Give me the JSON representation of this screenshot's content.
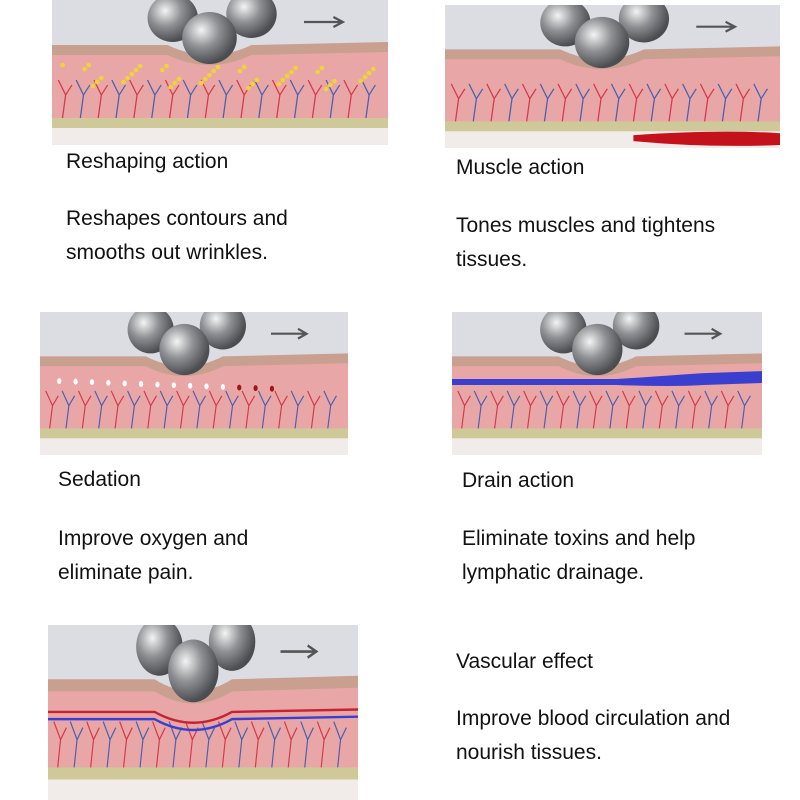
{
  "panels": [
    {
      "title": "Reshaping action",
      "desc_lines": [
        "Reshapes contours and",
        "smooths out wrinkles."
      ],
      "arrow": "right",
      "feature": "fat"
    },
    {
      "title": "Muscle action",
      "desc_lines": [
        "Tones muscles and tightens",
        "tissues."
      ],
      "arrow": "right",
      "feature": "muscle"
    },
    {
      "title": "Sedation",
      "desc_lines": [
        "Improve oxygen and",
        "eliminate pain."
      ],
      "arrow": "right",
      "feature": "dots"
    },
    {
      "title": "Drain action",
      "desc_lines": [
        "Eliminate toxins and help",
        "lymphatic drainage."
      ],
      "arrow": "right",
      "feature": "lymph"
    },
    {
      "title": "Vascular effect",
      "desc_lines": [
        "Improve blood circulation and",
        "nourish tissues."
      ],
      "arrow": "right",
      "feature": "vessel"
    }
  ],
  "colors": {
    "sky": "#dcdde3",
    "skin": "#e8a7a6",
    "surface": "#c9a08f",
    "ball": "#8e9093",
    "vein_red": "#d4384a",
    "vein_blue": "#4a5fb0",
    "base": "#cfc99a"
  }
}
